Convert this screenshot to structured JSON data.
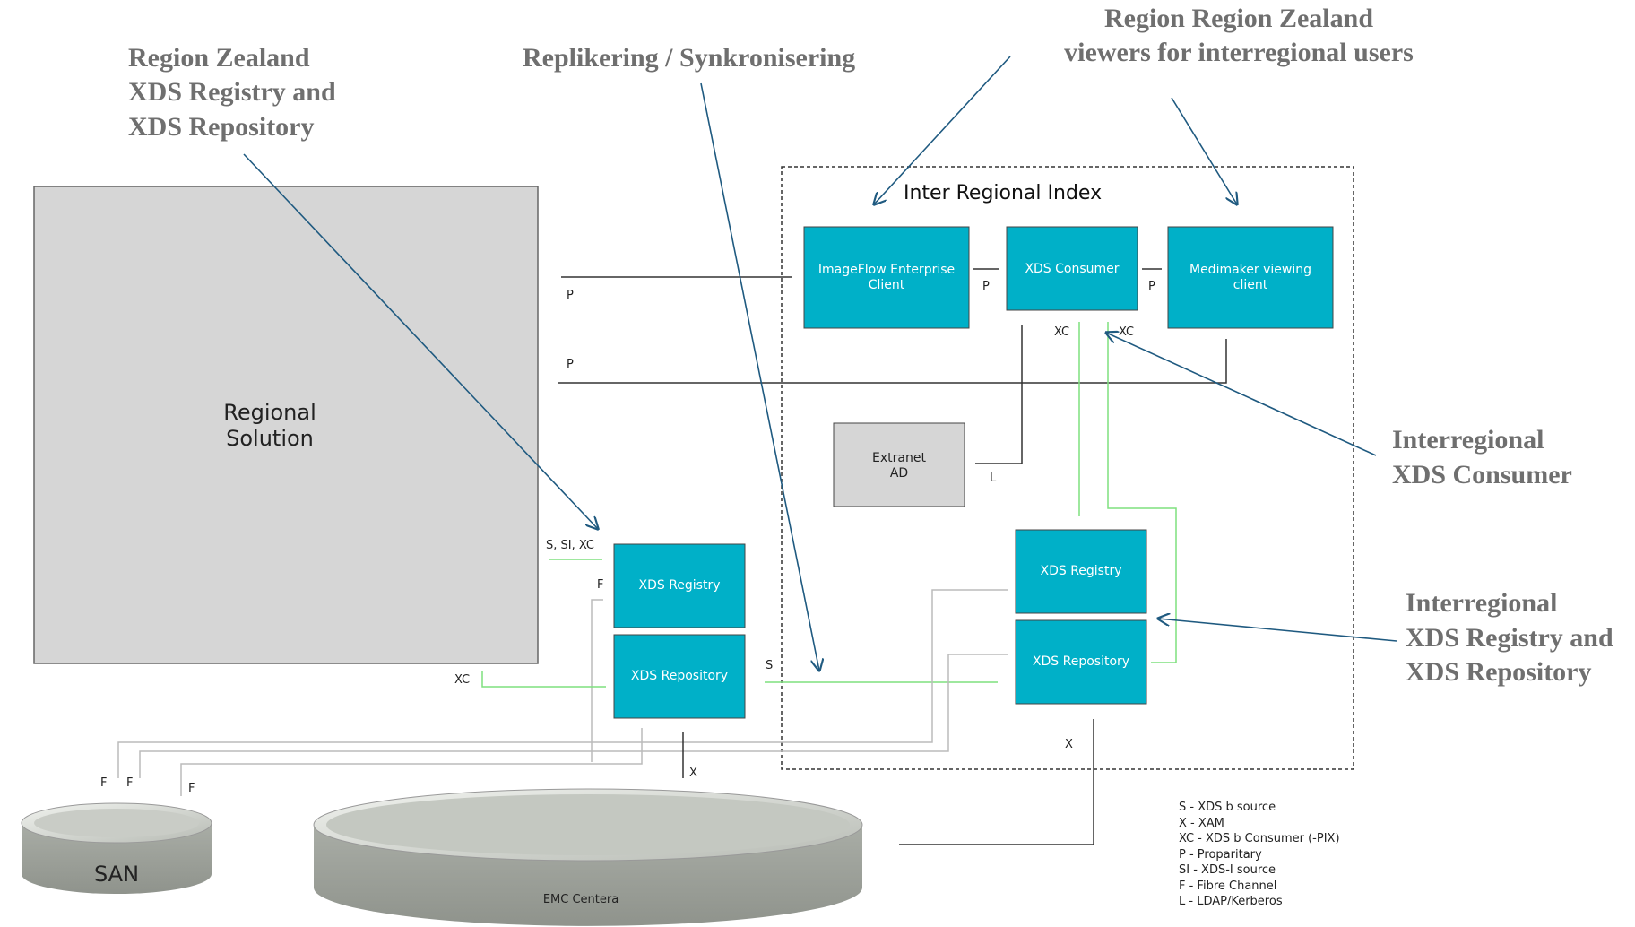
{
  "annotations": {
    "region_zealand": [
      "Region Zealand",
      "XDS Registry and",
      "XDS Repository"
    ],
    "replikering": "Replikering / Synkronisering",
    "viewers": [
      "Region Region Zealand",
      "viewers for interregional users"
    ],
    "interregional_consumer": [
      "Interregional",
      "XDS Consumer"
    ],
    "interregional_registry": [
      "Interregional",
      "XDS Registry and",
      "XDS Repository"
    ]
  },
  "regional_solution": [
    "Regional",
    "Solution"
  ],
  "inter_regional_index": "Inter Regional Index",
  "boxes": {
    "imageflow": [
      "ImageFlow Enterprise",
      "Client"
    ],
    "xds_consumer": "XDS Consumer",
    "medimaker": [
      "Medimaker viewing",
      "client"
    ],
    "extranet": [
      "Extranet",
      "AD"
    ],
    "xds_registry_left": "XDS Registry",
    "xds_repository_left": "XDS Repository",
    "xds_registry_right": "XDS Registry",
    "xds_repository_right": "XDS Repository"
  },
  "storage": {
    "san": "SAN",
    "emc": "EMC Centera"
  },
  "line_labels": {
    "p1": "P",
    "p2": "P",
    "p3": "P",
    "p4": "P",
    "xc1": "XC",
    "xc2": "XC",
    "l": "L",
    "s_si_xc": "S, SI, XC",
    "f_reg": "F",
    "xc_left": "XC",
    "s": "S",
    "x1": "X",
    "x2": "X",
    "f1": "F",
    "f2": "F",
    "f3": "F"
  },
  "legend": [
    "S - XDS b source",
    "X - XAM",
    "XC - XDS b Consumer (-PIX)",
    "P - Proparitary",
    "SI - XDS-I source",
    "F - Fibre Channel",
    "L - LDAP/Kerberos"
  ],
  "colors": {
    "box_fill": "#00b0c8",
    "gray_fill": "#d6d6d6",
    "arrow": "#1f5a80",
    "green_line": "#7fe07f"
  }
}
